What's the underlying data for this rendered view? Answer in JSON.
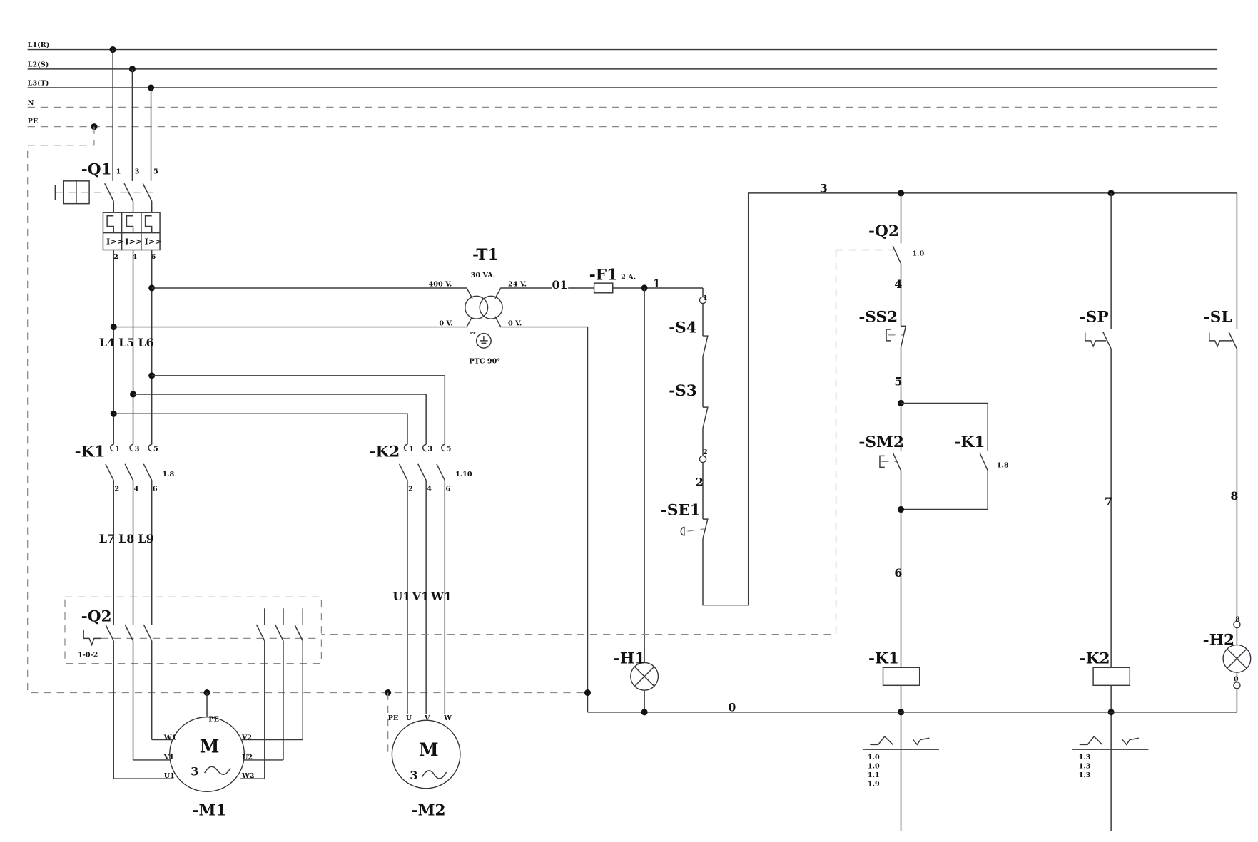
{
  "diagram": {
    "type": "electrical-schematic",
    "bus_lines": [
      "L1(R)",
      "L2(S)",
      "L3(T)",
      "N",
      "PE"
    ],
    "power": {
      "Q1": {
        "tag": "-Q1",
        "terminals_top": [
          "1",
          "3",
          "5"
        ],
        "terminals_bottom": [
          "2",
          "4",
          "6"
        ],
        "trip": "I>>"
      },
      "phase_labels_mid": [
        "L4",
        "L5",
        "L6"
      ],
      "K1": {
        "tag": "-K1",
        "terminals_top": [
          "1",
          "3",
          "5"
        ],
        "terminals_bottom": [
          "2",
          "4",
          "6"
        ],
        "ref": "1.8"
      },
      "phase_labels_low": [
        "L7",
        "L8",
        "L9"
      ],
      "K2": {
        "tag": "-K2",
        "terminals_top": [
          "1",
          "3",
          "5"
        ],
        "terminals_bottom": [
          "2",
          "4",
          "6"
        ],
        "ref": "1.10"
      },
      "k2_out_labels": [
        "U1",
        "V1",
        "W1"
      ],
      "Q2": {
        "tag": "-Q2",
        "positions": "1-0-2"
      },
      "M1": {
        "tag": "-M1",
        "symbol": "M",
        "phases": "3",
        "pe": "PE",
        "left_terms": [
          "W1",
          "V1",
          "U1"
        ],
        "right_terms": [
          "V2",
          "U2",
          "W2"
        ]
      },
      "M2": {
        "tag": "-M2",
        "symbol": "M",
        "phases": "3",
        "terms": [
          "PE",
          "U",
          "V",
          "W"
        ]
      }
    },
    "transformer": {
      "tag": "-T1",
      "rating": "30 VA.",
      "primary_hi": "400 V.",
      "primary_lo": "0 V.",
      "secondary_hi": "24 V.",
      "secondary_lo": "0 V.",
      "pe_mark": "PE",
      "protection": "PTC 90°"
    },
    "fuse": {
      "tag": "-F1",
      "rating": "2 A.",
      "wire_in": "01",
      "wire_out": "1"
    },
    "control": {
      "wire_top": "3",
      "wire_bottom": "0",
      "S4": {
        "tag": "-S4",
        "term": "1"
      },
      "S3": {
        "tag": "-S3"
      },
      "term2": "2",
      "wire2": "2",
      "SE1": {
        "tag": "-SE1"
      },
      "Q2c": {
        "tag": "-Q2",
        "ref": "1.0"
      },
      "wire4": "4",
      "SS2": {
        "tag": "-SS2"
      },
      "wire5": "5",
      "SM2": {
        "tag": "-SM2"
      },
      "K1aux": {
        "tag": "-K1",
        "ref": "1.8"
      },
      "wire6": "6",
      "K1coil": {
        "tag": "-K1"
      },
      "SP": {
        "tag": "-SP"
      },
      "wire7": "7",
      "K2coil": {
        "tag": "-K2"
      },
      "SL": {
        "tag": "-SL"
      },
      "wire8": "8",
      "H1": {
        "tag": "-H1"
      },
      "H2": {
        "tag": "-H2",
        "term_top": "8",
        "term_bottom": "0"
      }
    },
    "cross_refs": {
      "K1": [
        "1.0",
        "1.0",
        "1.1",
        "1.9"
      ],
      "K2": [
        "1.3",
        "1.3",
        "1.3"
      ]
    }
  }
}
